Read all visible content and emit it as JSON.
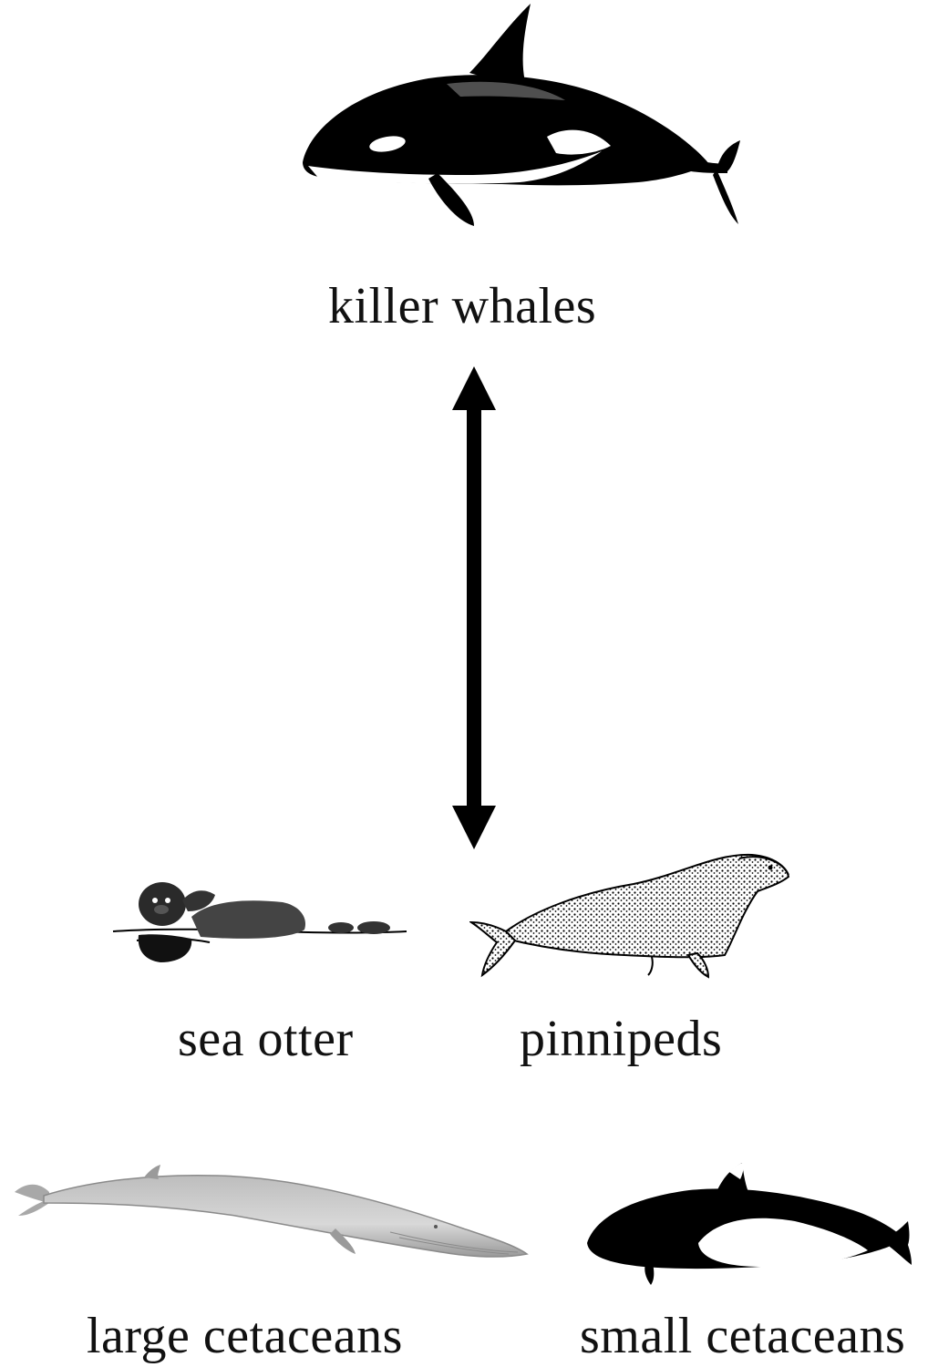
{
  "diagram": {
    "top": {
      "label": "killer whales",
      "icon": "killer-whale-icon"
    },
    "arrow": {
      "type": "double-headed",
      "color": "#000000"
    },
    "prey": [
      {
        "label": "sea otter",
        "icon": "sea-otter-icon"
      },
      {
        "label": "pinnipeds",
        "icon": "seal-icon"
      },
      {
        "label": "large cetaceans",
        "icon": "baleen-whale-icon"
      },
      {
        "label": "small cetaceans",
        "icon": "porpoise-icon"
      }
    ]
  }
}
